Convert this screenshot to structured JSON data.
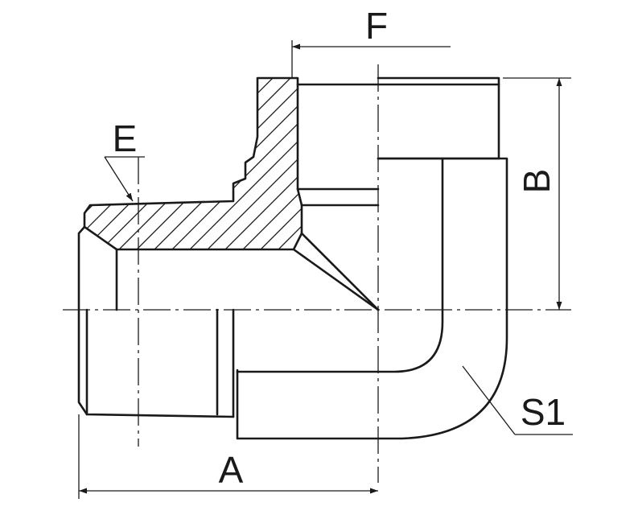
{
  "labels": {
    "F": "F",
    "E": "E",
    "B": "B",
    "A": "A",
    "S1": "S1"
  }
}
